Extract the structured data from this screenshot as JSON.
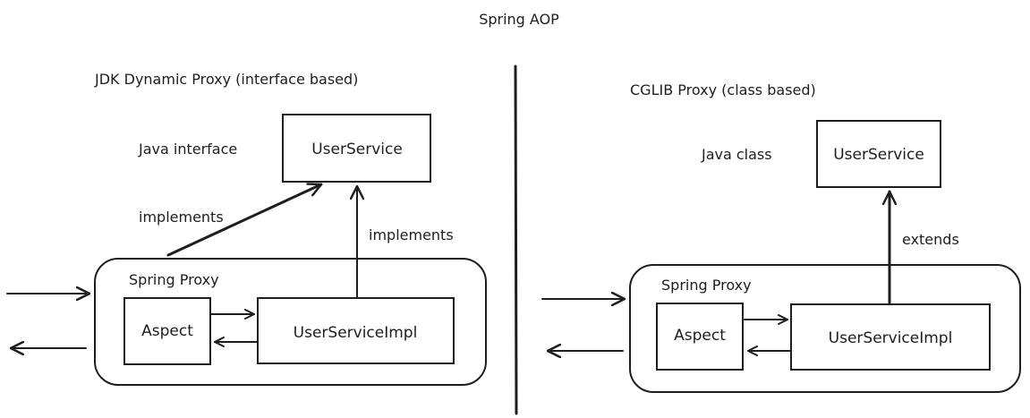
{
  "title": "Spring AOP",
  "left": {
    "heading": "JDK Dynamic Proxy (interface based)",
    "type_label": "Java interface",
    "interface_box": "UserService",
    "proxy_label": "Spring Proxy",
    "aspect_box": "Aspect",
    "impl_box": "UserServiceImpl",
    "proxy_implements_label": "implements",
    "impl_implements_label": "implements"
  },
  "right": {
    "heading": "CGLIB Proxy (class based)",
    "type_label": "Java class",
    "class_box": "UserService",
    "proxy_label": "Spring Proxy",
    "aspect_box": "Aspect",
    "impl_box": "UserServiceImpl",
    "extends_label": "extends"
  }
}
